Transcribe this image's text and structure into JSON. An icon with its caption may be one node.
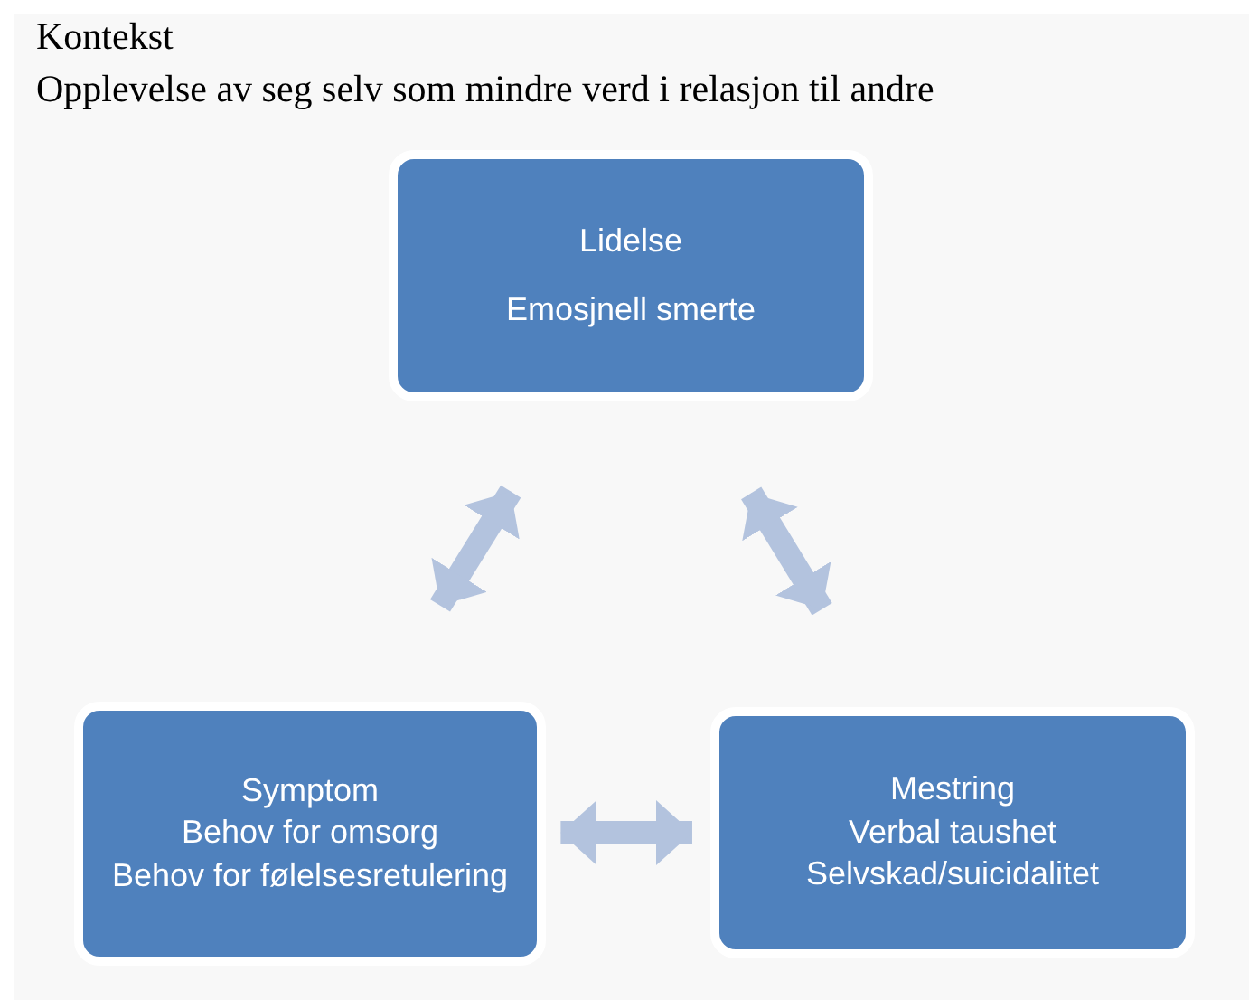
{
  "diagram": {
    "title": "Kontekst",
    "labels": [
      "Opplevelse av seg selv som mindre verd i relasjon til andre"
    ],
    "nodes": [
      {
        "text": [
          "Lidelse",
          "Emosjnell smerte"
        ]
      },
      {
        "text": [
          "Symptom",
          "Behov for omsorg",
          "Behov for følelsesretulering"
        ]
      },
      {
        "text": [
          "Mestring",
          "Verbal taushet",
          "Selvskad/suicidalitet"
        ]
      }
    ],
    "edges": [
      {
        "from": 0,
        "to": 1,
        "arrow": "both"
      },
      {
        "from": 0,
        "to": 2,
        "arrow": "both"
      },
      {
        "from": 1,
        "to": 2,
        "arrow": "both"
      }
    ]
  }
}
